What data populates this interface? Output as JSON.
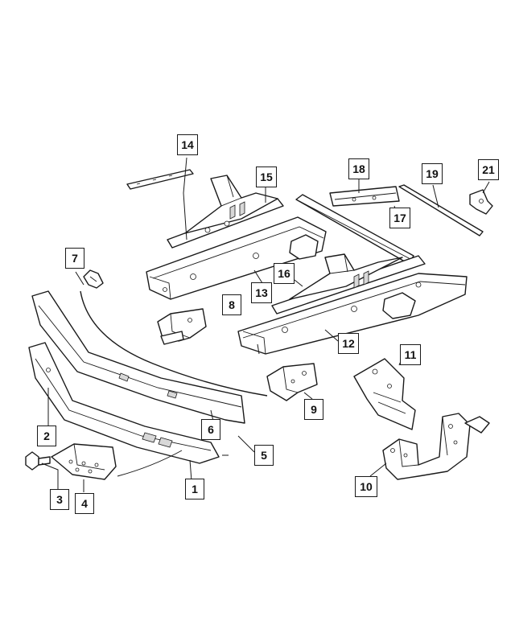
{
  "diagram": {
    "callouts": [
      {
        "id": "c1",
        "label": "1"
      },
      {
        "id": "c2",
        "label": "2"
      },
      {
        "id": "c3",
        "label": "3"
      },
      {
        "id": "c4",
        "label": "4"
      },
      {
        "id": "c5",
        "label": "5"
      },
      {
        "id": "c6",
        "label": "6"
      },
      {
        "id": "c7",
        "label": "7"
      },
      {
        "id": "c8",
        "label": "8"
      },
      {
        "id": "c9",
        "label": "9"
      },
      {
        "id": "c10",
        "label": "10"
      },
      {
        "id": "c11",
        "label": "11"
      },
      {
        "id": "c12",
        "label": "12"
      },
      {
        "id": "c13",
        "label": "13"
      },
      {
        "id": "c14",
        "label": "14"
      },
      {
        "id": "c15",
        "label": "15"
      },
      {
        "id": "c16",
        "label": "16"
      },
      {
        "id": "c17",
        "label": "17"
      },
      {
        "id": "c18",
        "label": "18"
      },
      {
        "id": "c19",
        "label": "19"
      },
      {
        "id": "c21",
        "label": "21"
      }
    ]
  }
}
